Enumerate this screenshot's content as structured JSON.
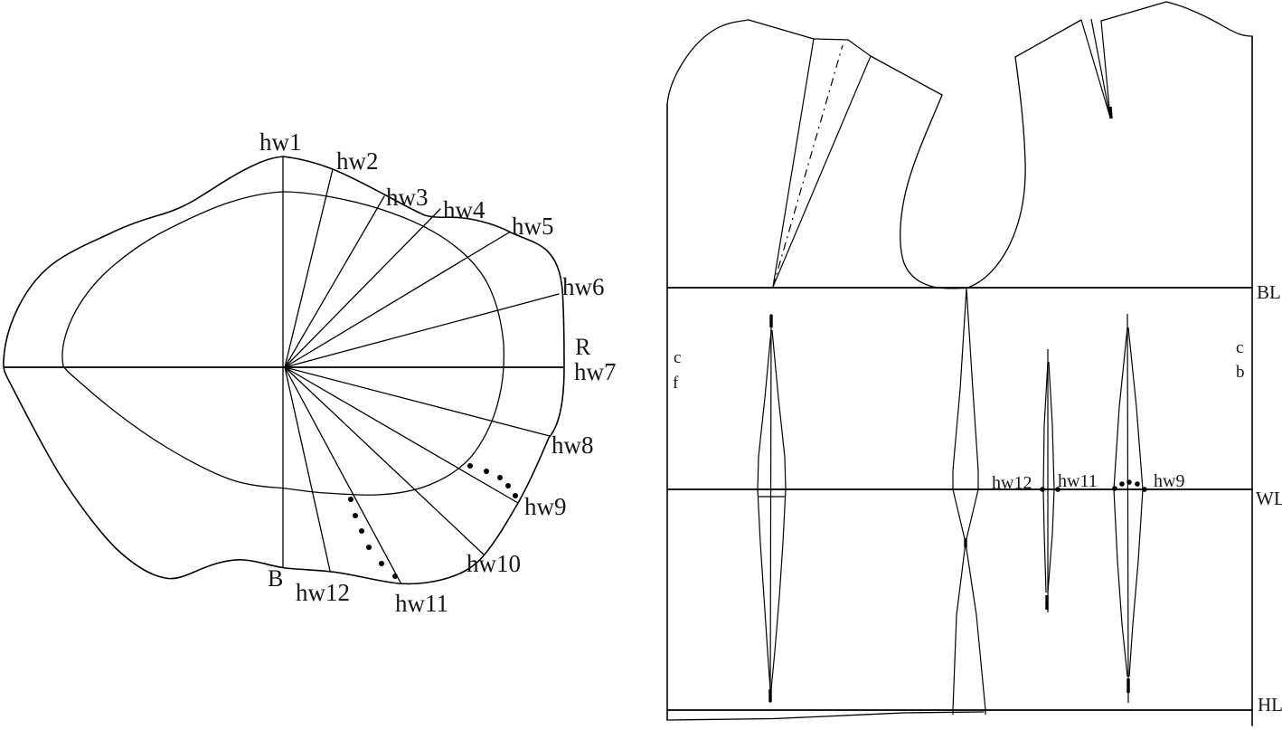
{
  "left_diagram": {
    "labels": {
      "hw1": "hw1",
      "hw2": "hw2",
      "hw3": "hw3",
      "hw4": "hw4",
      "hw5": "hw5",
      "hw6": "hw6",
      "hw7": "hw7",
      "hw8": "hw8",
      "hw9": "hw9",
      "hw10": "hw10",
      "hw11": "hw11",
      "hw12": "hw12",
      "radius": "R",
      "bottom": "B"
    }
  },
  "right_diagram": {
    "labels": {
      "bust_line": "BL",
      "waist_line": "WL",
      "hip_line": "HL",
      "center_front_c": "c",
      "center_front_f": "f",
      "center_back_c": "c",
      "center_back_b": "b",
      "dart_hw12": "hw12",
      "dart_hw11": "hw11",
      "dart_hw9": "hw9"
    }
  },
  "colors": {
    "line": "#000000",
    "text": "#161616",
    "background": "#ffffff"
  }
}
